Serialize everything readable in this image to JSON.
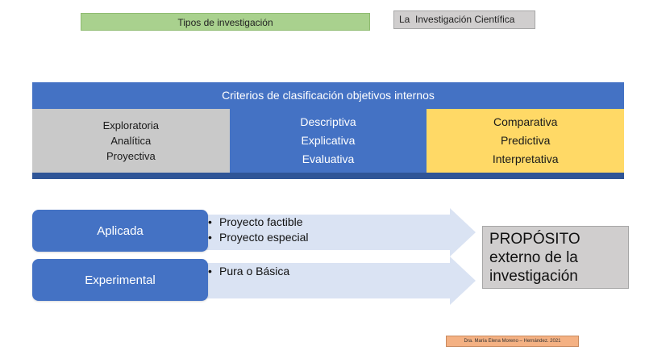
{
  "header": {
    "types_title": "Tipos de investigación",
    "science_title": "La  Investigación Científica"
  },
  "criteria": {
    "heading": "Criterios de clasificación objetivos internos",
    "columns": [
      {
        "items": [
          "Exploratoria",
          "Analítica",
          "Proyectiva"
        ],
        "color": "#c9c9c9"
      },
      {
        "items": [
          "Descriptiva",
          "Explicativa",
          "Evaluativa"
        ],
        "color": "#4472c4"
      },
      {
        "items": [
          "Comparativa",
          "Predictiva",
          "Interpretativa"
        ],
        "color": "#ffd966"
      }
    ]
  },
  "types": [
    {
      "label": "Aplicada",
      "bullets": [
        "Proyecto factible",
        "Proyecto especial"
      ]
    },
    {
      "label": "Experimental",
      "bullets": [
        "Pura o Básica"
      ]
    }
  ],
  "purpose": {
    "lines": [
      "PROPÓSITO",
      "externo de la",
      "investigación"
    ]
  },
  "credit": "Dra. María Elena Moreno – Hernández. 2021",
  "colors": {
    "blue": "#4472c4",
    "dark_blue": "#2f5597",
    "green": "#a9d18e",
    "gray": "#d0cece",
    "yellow": "#ffd966",
    "arrow_fill": "#dae3f3",
    "credit_bg": "#f4b183"
  }
}
